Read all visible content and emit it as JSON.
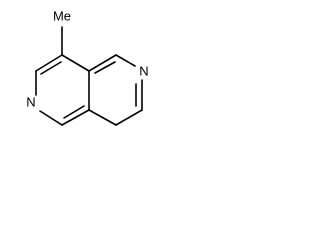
{
  "molecule": {
    "methyl_label": "Me",
    "nitrogen_label_right": "N",
    "nitrogen_label_left": "N"
  },
  "colors": {
    "bond": "#000000",
    "text": "#000000",
    "background": "#ffffff"
  }
}
